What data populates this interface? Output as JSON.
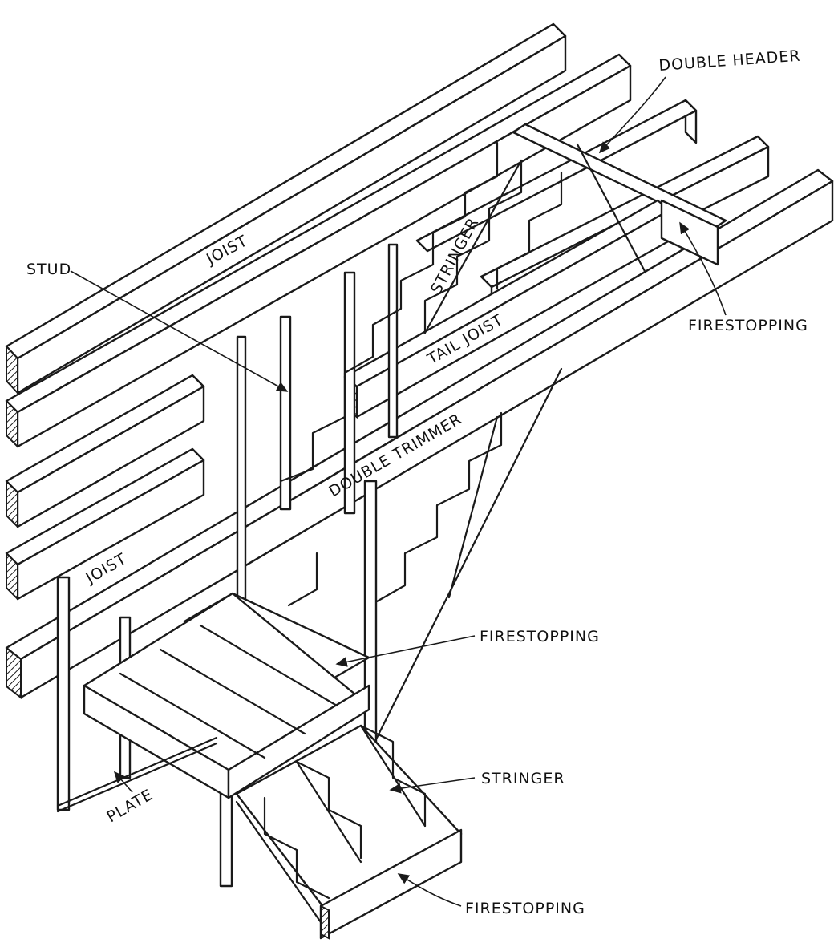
{
  "labels": {
    "double_header": "DOUBLE HEADER",
    "joist_top": "JOIST",
    "stud": "STUD",
    "stringer_upper": "STRINGER",
    "tail_joist": "TAIL JOIST",
    "firestopping_upper": "FIRESTOPPING",
    "double_trimmer": "DOUBLE TRIMMER",
    "joist_lower": "JOIST",
    "firestopping_middle": "FIRESTOPPING",
    "stringer_lower": "STRINGER",
    "plate": "PLATE",
    "firestopping_lower": "FIRESTOPPING"
  }
}
